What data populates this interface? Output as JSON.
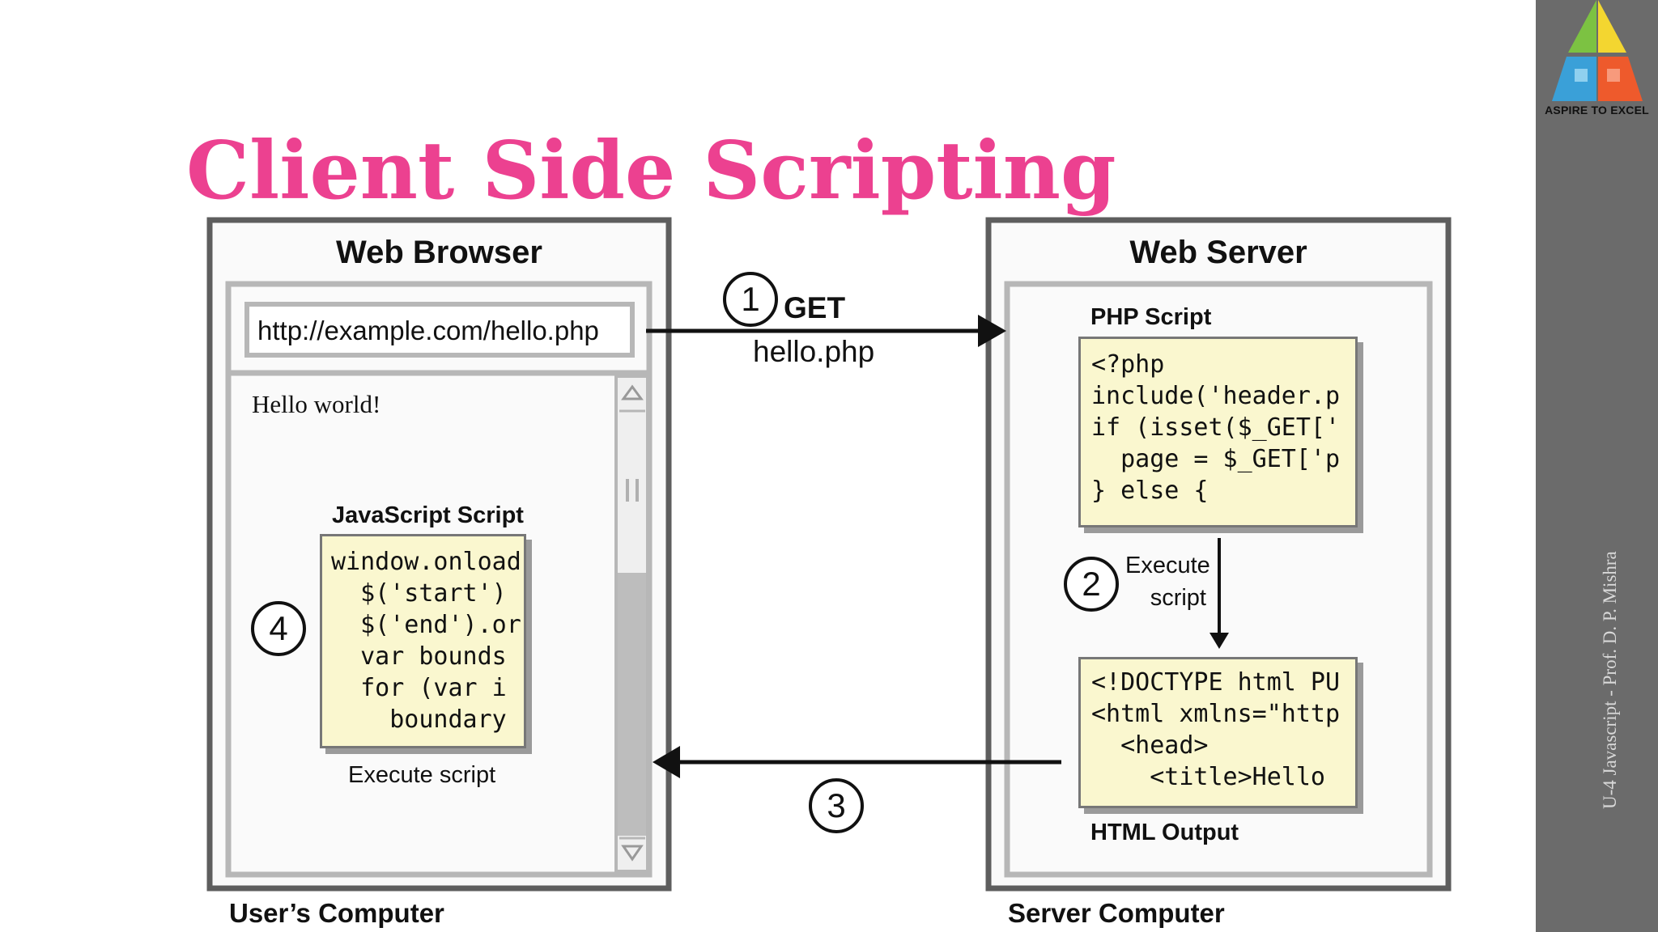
{
  "slide": {
    "title": "Client Side Scripting",
    "footer_caption": "U-4 Javascript - Prof. D. P. Mishra"
  },
  "logo": {
    "tagline": "ASPIRE TO EXCEL"
  },
  "browser": {
    "title": "Web Browser",
    "url": "http://example.com/hello.php",
    "page_text": "Hello world!",
    "js_label": "JavaScript Script",
    "js_code": [
      "window.onload",
      "  $('start')",
      "  $('end').or",
      "  var bounds",
      "  for (var i",
      "    boundary"
    ],
    "execute_label": "Execute script",
    "footer": "User’s Computer"
  },
  "server": {
    "title": "Web Server",
    "php_label": "PHP Script",
    "php_code": [
      "<?php",
      "include('header.p",
      "if (isset($_GET['",
      "  page = $_GET['p",
      "} else {"
    ],
    "execute_label_line1": "Execute",
    "execute_label_line2": "script",
    "html_code": [
      "<!DOCTYPE html PU",
      "<html xmlns=\"http",
      "  <head>",
      "    <title>Hello"
    ],
    "html_label": "HTML Output",
    "footer": "Server Computer"
  },
  "steps": {
    "step1": "1",
    "step1_method": "GET",
    "step1_file": "hello.php",
    "step2": "2",
    "step3": "3",
    "step4": "4"
  },
  "colors": {
    "title": "#ec4190",
    "sidebar": "#6b6b6b",
    "code_background": "#faf7cf",
    "panel_border": "#5e5e5e"
  }
}
